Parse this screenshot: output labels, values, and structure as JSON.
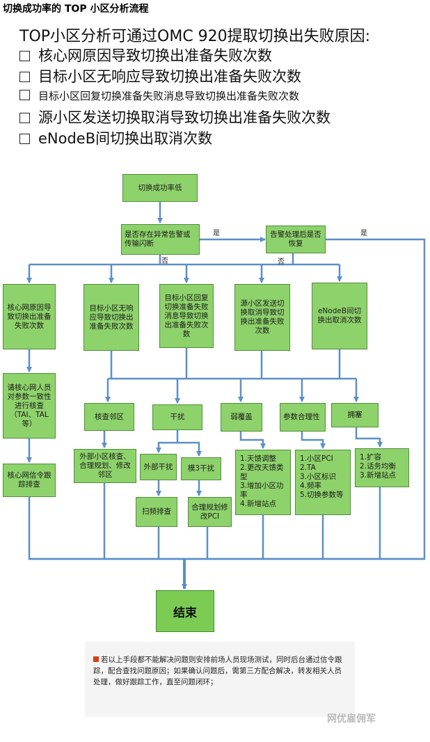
{
  "page_title": "切换成功率的 TOP 小区分析流程",
  "intro": {
    "heading": "TOP小区分析可通过OMC 920提取切换出失败原因:",
    "items": [
      "核心网原因导致切换出准备失败次数",
      "目标小区无响应导致切换出准备失败次数",
      "目标小区回复切换准备失败消息导致切换出准备失败次数",
      "源小区发送切换取消导致切换出准备失败次数",
      "eNodeB间切换出取消次数"
    ]
  },
  "flow": {
    "start": "切换成功率低",
    "decision_alarm": "是否存在异常告警或传输闪断",
    "decision_recover": "告警处理后是否恢复",
    "yes": "是",
    "no": "否",
    "causes": [
      "核心网原因导致切换出准备失败次数",
      "目标小区无响应导致切换出准备失败次数",
      "目标小区回复切换准备失败消息导致切换出准备失败次数",
      "源小区发送切换取消导致切换出准备失败次数",
      "eNodeB间切换出取消次数"
    ],
    "core_check": "请核心网人员对参数一致性进行核查（TAI、TAL等）",
    "core_trace": "核心网信令跟踪排查",
    "checks": [
      "核查邻区",
      "干扰",
      "弱覆盖",
      "参数合理性",
      "拥塞"
    ],
    "neighbor_action": "外部小区核查、合理规划、修改邻区",
    "interference": [
      "外部干扰",
      "模3干扰"
    ],
    "interference_actions": [
      "扫频排查",
      "合理规划修改PCI"
    ],
    "weak_cov_actions": "1.天馈调整\n2.更改天馈类型\n3.增加小区功率\n4.新增站点",
    "param_actions": "1.小区PCI\n2.TA\n3.小区标识\n4.频率\n5.切换参数等",
    "congestion_actions": "1.扩容\n2.话务均衡\n3.新增站点",
    "end": "结束"
  },
  "note": "若以上手段都不能解决问题则安排前场人员现场测试，同时后台通过信令跟踪，配合查找问题原因；如果确认问题后，需第三方配合解决，转发相关人员处理，做好跟踪工作，直至问题闭环；",
  "watermark": "网优雇佣军",
  "colors": {
    "box_fill": "#8ed26b",
    "box_border": "#4f8f3a",
    "line": "#5b8fc7",
    "note_mark": "#d8400e"
  }
}
